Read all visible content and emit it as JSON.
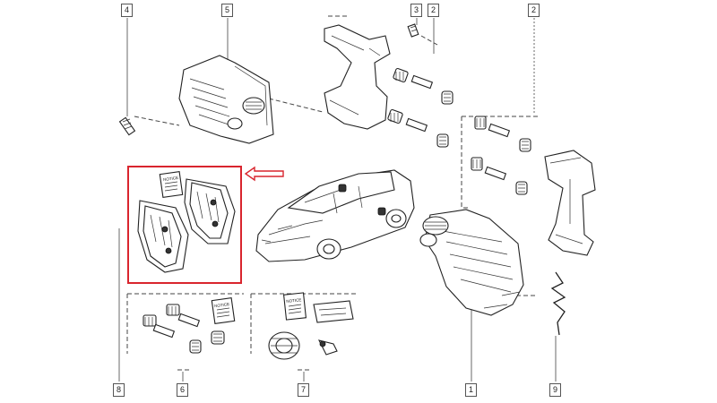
{
  "callouts": [
    {
      "id": "c1",
      "label": "1"
    },
    {
      "id": "c2a",
      "label": "2"
    },
    {
      "id": "c2b",
      "label": "2"
    },
    {
      "id": "c3",
      "label": "3"
    },
    {
      "id": "c4",
      "label": "4"
    },
    {
      "id": "c5",
      "label": "5"
    },
    {
      "id": "c6",
      "label": "6"
    },
    {
      "id": "c7",
      "label": "7"
    },
    {
      "id": "c8",
      "label": "8"
    },
    {
      "id": "c9",
      "label": "9"
    }
  ],
  "packets": {
    "pads_leaflet": "NOTICE",
    "pins_leaflet": "NOTICE",
    "accessory_leaflet": "NOTICE"
  },
  "highlight": {
    "box_color": "#d9252e",
    "arrow_color": "#d9252e"
  }
}
